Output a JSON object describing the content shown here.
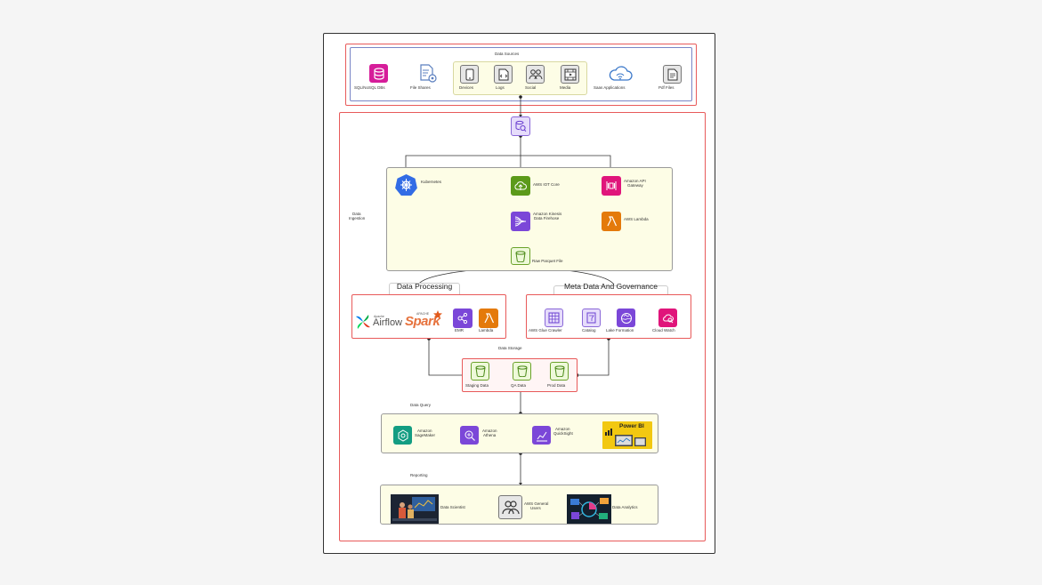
{
  "sources": {
    "title": "Data Sources",
    "items": {
      "sql": "SQL/NoSQL DBs",
      "fileshares": "File Shares",
      "devices": "Devices",
      "logs": "Logs",
      "social": "Social",
      "media": "Media",
      "saas": "Saas Applications",
      "pdf": "Pdf Files"
    }
  },
  "ingestion": {
    "label_line1": "Data",
    "label_line2": "Ingestion",
    "kubernetes": "Kubernetes",
    "iot": "AWS IOT Core",
    "apigw_line1": "Amazon API",
    "apigw_line2": "Gateway",
    "kinesis_line1": "Amazon Kinesis",
    "kinesis_line2": "Data Firehose",
    "lambda": "AWS Lambda",
    "raw": "Raw Parquet File"
  },
  "processing": {
    "title": "Data Processing",
    "airflow_small": "Apache",
    "airflow": "Airflow",
    "spark_small": "APACHE",
    "spark": "Spark",
    "emr": "EMR",
    "lambda": "Lambda"
  },
  "governance": {
    "title": "Meta Data And Governance",
    "glue": "AWS Glue Crawler",
    "catalog": "Catalog",
    "lake": "Lake Formation",
    "cloudwatch": "Cloud Watch"
  },
  "storage": {
    "title": "Data Storage",
    "staging": "Staging Data",
    "qa": "QA Data",
    "prod": "Prod Data"
  },
  "query": {
    "title": "Data Query",
    "sagemaker_line1": "Amazon",
    "sagemaker_line2": "SageMaker",
    "athena_line1": "Amazon",
    "athena_line2": "Athena",
    "quicksight_line1": "Amazon",
    "quicksight_line2": "QuickSight",
    "powerbi": "Power BI"
  },
  "reporting": {
    "title": "Reporting",
    "scientist": "Data Scientist",
    "users_line1": "AWS General",
    "users_line2": "Users",
    "analytics": "Data Analytics"
  }
}
